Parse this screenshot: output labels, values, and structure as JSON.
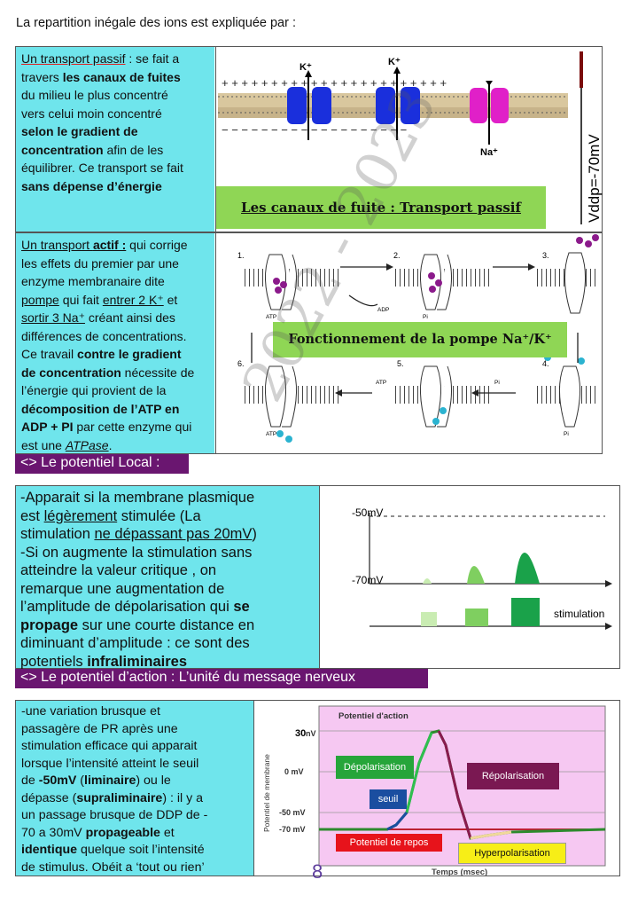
{
  "intro": "La repartition inégale des ions est expliquée par :",
  "passive": {
    "lines": [
      [
        {
          "t": "Un transport passif",
          "s": "ured"
        },
        {
          "t": " : se fait a"
        }
      ],
      [
        {
          "t": "travers "
        },
        {
          "t": "les canaux de fuites",
          "s": "b"
        }
      ],
      [
        {
          "t": "du milieu le plus concentré"
        }
      ],
      [
        {
          "t": "vers celui moin concentré"
        }
      ],
      [
        {
          "t": "selon le gradient de",
          "s": "b"
        }
      ],
      [
        {
          "t": "concentration",
          "s": "b"
        },
        {
          "t": " afin de les"
        }
      ],
      [
        {
          "t": "équilibrer. Ce transport se fait"
        }
      ],
      [
        {
          "t": "sans dépense d’énergie",
          "s": "b"
        }
      ]
    ],
    "caption": "Les canaux de fuite : Transport passif",
    "labels": {
      "k1": "K⁺",
      "k2": "K⁺",
      "na": "Na⁺",
      "vlabel": "Vddp=-70mV"
    }
  },
  "active": {
    "lines": [
      [
        {
          "t": "Un transport ",
          "s": "u"
        },
        {
          "t": "actif :",
          "s": "ub"
        },
        {
          "t": " qui corrige"
        }
      ],
      [
        {
          "t": "les effets du premier par une"
        }
      ],
      [
        {
          "t": "enzyme membranaire dite"
        }
      ],
      [
        {
          "t": "pompe",
          "s": "u"
        },
        {
          "t": " qui fait "
        },
        {
          "t": "entrer 2 K⁺",
          "s": "u"
        },
        {
          "t": " et"
        }
      ],
      [
        {
          "t": "sortir 3 Na⁺",
          "s": "u"
        },
        {
          "t": " créant ainsi des"
        }
      ],
      [
        {
          "t": "différences de concentrations."
        }
      ],
      [
        {
          "t": "Ce travail "
        },
        {
          "t": "contre le gradient",
          "s": "b"
        }
      ],
      [
        {
          "t": "de concentration",
          "s": "b"
        },
        {
          "t": " nécessite de"
        }
      ],
      [
        {
          "t": "l’énergie qui provient de la"
        }
      ],
      [
        {
          "t": "décomposition de l’ATP en",
          "s": "b"
        }
      ],
      [
        {
          "t": "ADP + PI",
          "s": "b"
        },
        {
          "t": " par cette enzyme qui"
        }
      ],
      [
        {
          "t": "est une "
        },
        {
          "t": "ATPase",
          "s": "ui"
        },
        {
          "t": "."
        }
      ]
    ],
    "caption": "Fonctionnement de la pompe Na⁺/K⁺",
    "steps": [
      "1.",
      "2.",
      "3.",
      "4.",
      "5.",
      "6."
    ],
    "tags": {
      "atp": "ATP",
      "adp": "ADP",
      "pi": "Pi"
    }
  },
  "bar1": "<> Le potentiel Local :",
  "local": {
    "lines": [
      [
        {
          "t": "-Apparait si la membrane plasmique"
        }
      ],
      [
        {
          "t": "est "
        },
        {
          "t": "légèrement",
          "s": "u"
        },
        {
          "t": " stimulée (La"
        }
      ],
      [
        {
          "t": "stimulation "
        },
        {
          "t": "ne dépassant pas 20mV",
          "s": "u"
        },
        {
          "t": ")"
        }
      ],
      [
        {
          "t": "-Si on augmente la stimulation sans"
        }
      ],
      [
        {
          "t": "atteindre la valeur critique , on"
        }
      ],
      [
        {
          "t": "remarque une augmentation de"
        }
      ],
      [
        {
          "t": "l’amplitude de dépolarisation qui "
        },
        {
          "t": "se",
          "s": "b"
        }
      ],
      [
        {
          "t": "propage",
          "s": "b"
        },
        {
          "t": " sur une courte distance en"
        }
      ],
      [
        {
          "t": "diminuant d’amplitude : ce sont des"
        }
      ],
      [
        {
          "t": "potentiels "
        },
        {
          "t": "infraliminaires",
          "s": "b"
        }
      ]
    ],
    "graph": {
      "y1": "-50mV",
      "y2": "-70mV",
      "stim": "stimulation"
    }
  },
  "bar2": "<> Le potentiel d’action : L’unité du message nerveux",
  "action": {
    "lines": [
      [
        {
          "t": "-une variation brusque et"
        }
      ],
      [
        {
          "t": "passagère de PR après une"
        }
      ],
      [
        {
          "t": "stimulation efficace qui apparait"
        }
      ],
      [
        {
          "t": "lorsque l’intensité atteint le seuil"
        }
      ],
      [
        {
          "t": "de "
        },
        {
          "t": "-50mV",
          "s": "b"
        },
        {
          "t": " ("
        },
        {
          "t": "liminaire",
          "s": "b"
        },
        {
          "t": ") ou le"
        }
      ],
      [
        {
          "t": "dépasse ("
        },
        {
          "t": "supraliminaire",
          "s": "b"
        },
        {
          "t": ") : il y a"
        }
      ],
      [
        {
          "t": "un passage brusque de DDP de -"
        }
      ],
      [
        {
          "t": "70 a 30mV "
        },
        {
          "t": "propageable",
          "s": "b"
        },
        {
          "t": " et"
        }
      ],
      [
        {
          "t": "identique",
          "s": "b"
        },
        {
          "t": " quelque soit l’intensité"
        }
      ],
      [
        {
          "t": "de stimulus. Obéit a ‘tout ou rien’"
        }
      ]
    ],
    "graph": {
      "title": "Potentiel d'action",
      "ylabel": "Potentiel de membrane",
      "xlabel": "Temps (msec)",
      "ticks": [
        "30",
        "nV",
        "0 mV",
        "-50 mV",
        "-70 mV"
      ],
      "depol": "Dépolarisation",
      "repol": "Répolarisation",
      "seuil": "seuil",
      "repos": "Potentiel de repos",
      "hyper": "Hyperpolarisation"
    }
  },
  "page_number": "8",
  "watermark": "2022 - 2023"
}
